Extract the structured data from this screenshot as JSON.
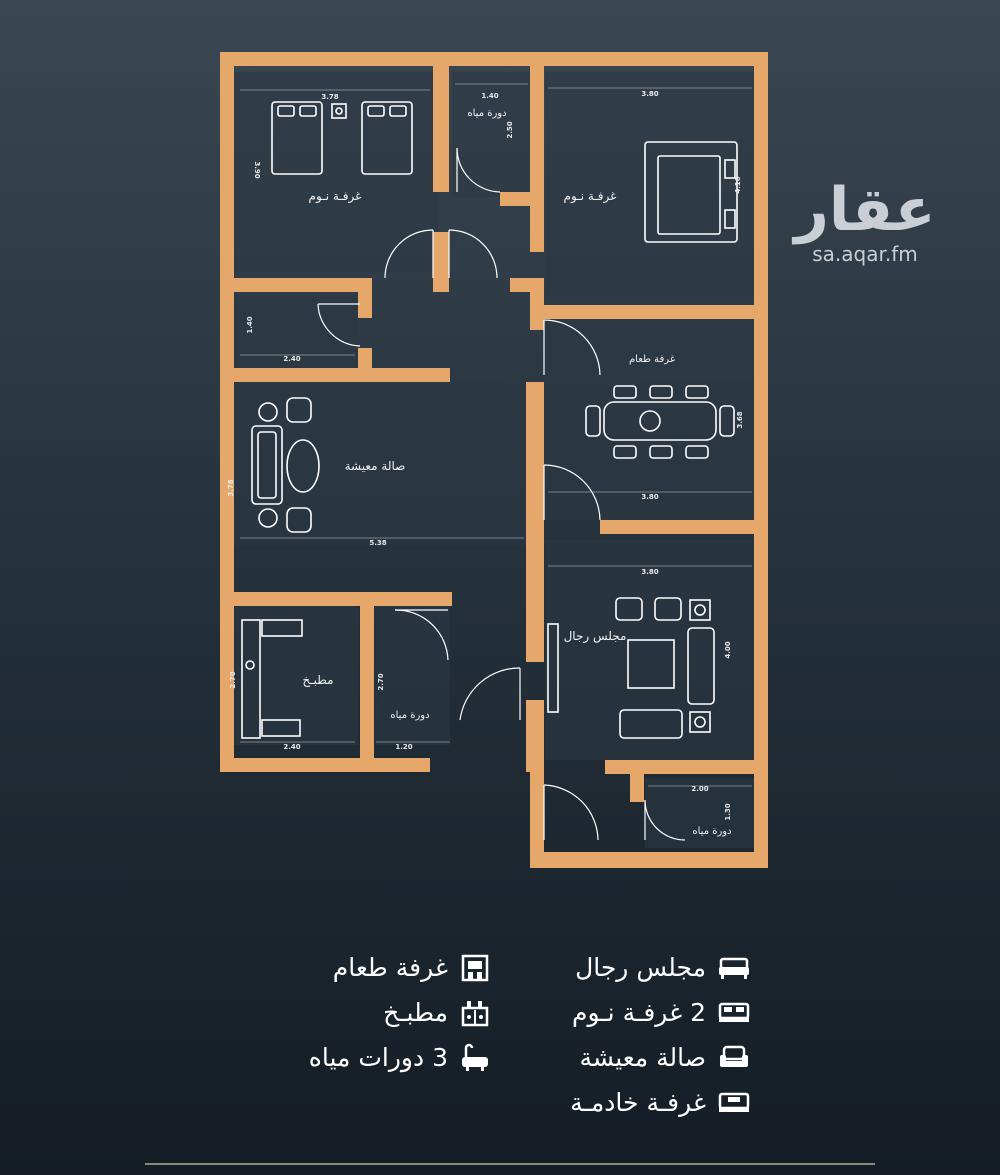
{
  "brand": {
    "name": "عقار",
    "url": "sa.aqar.fm"
  },
  "rooms": {
    "bedroom_left": "غرفـة نـوم",
    "bedroom_right": "غرفـة نـوم",
    "bath_top": "دورة مياه",
    "dining": "غرفة طعام",
    "living": "صالة معيشة",
    "majlis": "مجلس رجال",
    "kitchen": "مطبـخ",
    "bath_mid": "دورة مياه",
    "bath_right": "دورة مياه"
  },
  "dimensions": {
    "bed_left_w": "3.78",
    "bed_left_h": "3.90",
    "bath_top_w": "1.40",
    "bath_top_h": "2.50",
    "bed_right_w": "3.80",
    "bed_right_h": "4.10",
    "corridor_w": "2.40",
    "corridor_h": "1.40",
    "dining_h": "3.68",
    "dining_w": "3.80",
    "living_h": "3.78",
    "living_w": "5.38",
    "majlis_w": "3.80",
    "majlis_h": "4.00",
    "kitchen_h": "2.70",
    "kitchen_w": "2.40",
    "bath_mid_h": "2.70",
    "bath_mid_w": "1.20",
    "bath_right_w": "2.00",
    "bath_right_h": "1.30"
  },
  "legend": [
    {
      "label": "مجلس رجال",
      "icon": "sofa-icon"
    },
    {
      "label": "غرفة طعام",
      "icon": "dining-cabinet-icon"
    },
    {
      "label": "2 غرفـة نـوم",
      "icon": "bed-icon"
    },
    {
      "label": "مطبـخ",
      "icon": "kitchen-icon"
    },
    {
      "label": "صالة معيشة",
      "icon": "armchair-icon"
    },
    {
      "label": "3 دورات مياه",
      "icon": "bathtub-icon"
    },
    {
      "label": "غرفـة خادمـة",
      "icon": "bed-icon"
    }
  ],
  "colors": {
    "wall": "#e6a86a",
    "background_top": "#3a4752",
    "background_bottom": "#141d25",
    "text": "#ffffff"
  }
}
